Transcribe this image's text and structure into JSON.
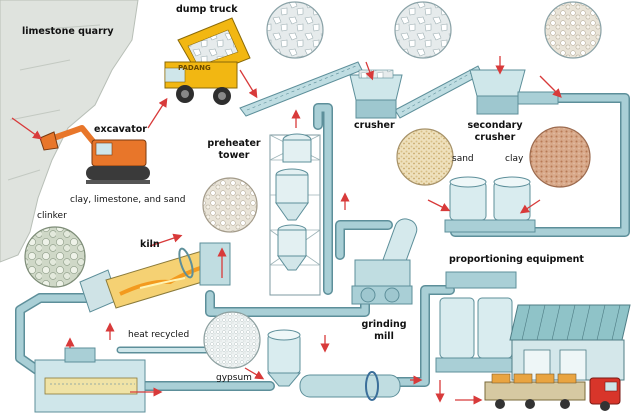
{
  "labels": {
    "limestone_quarry": "limestone quarry",
    "dump_truck": "dump truck",
    "truck_brand": "PADANG",
    "excavator": "excavator",
    "crusher": "crusher",
    "secondary_crusher_line1": "secondary",
    "secondary_crusher_line2": "crusher",
    "preheater_line1": "preheater",
    "preheater_line2": "tower",
    "sand": "sand",
    "clay": "clay",
    "clay_limestone_sand": "clay, limestone, and sand",
    "clinker": "clinker",
    "kiln": "kiln",
    "proportioning_equipment": "proportioning equipment",
    "heat_recycled": "heat recycled",
    "gypsum": "gypsum",
    "grinding_line1": "grinding",
    "grinding_line2": "mill"
  },
  "colors": {
    "pipe": "#a9cfd6",
    "pipe_edge": "#5d8f9a",
    "arrow": "#d83a3a",
    "truck_yellow": "#f2b712",
    "excavator_orange": "#e8762a",
    "quarry": "#d7dcd6",
    "warehouse_roof": "#8fc3c8"
  }
}
